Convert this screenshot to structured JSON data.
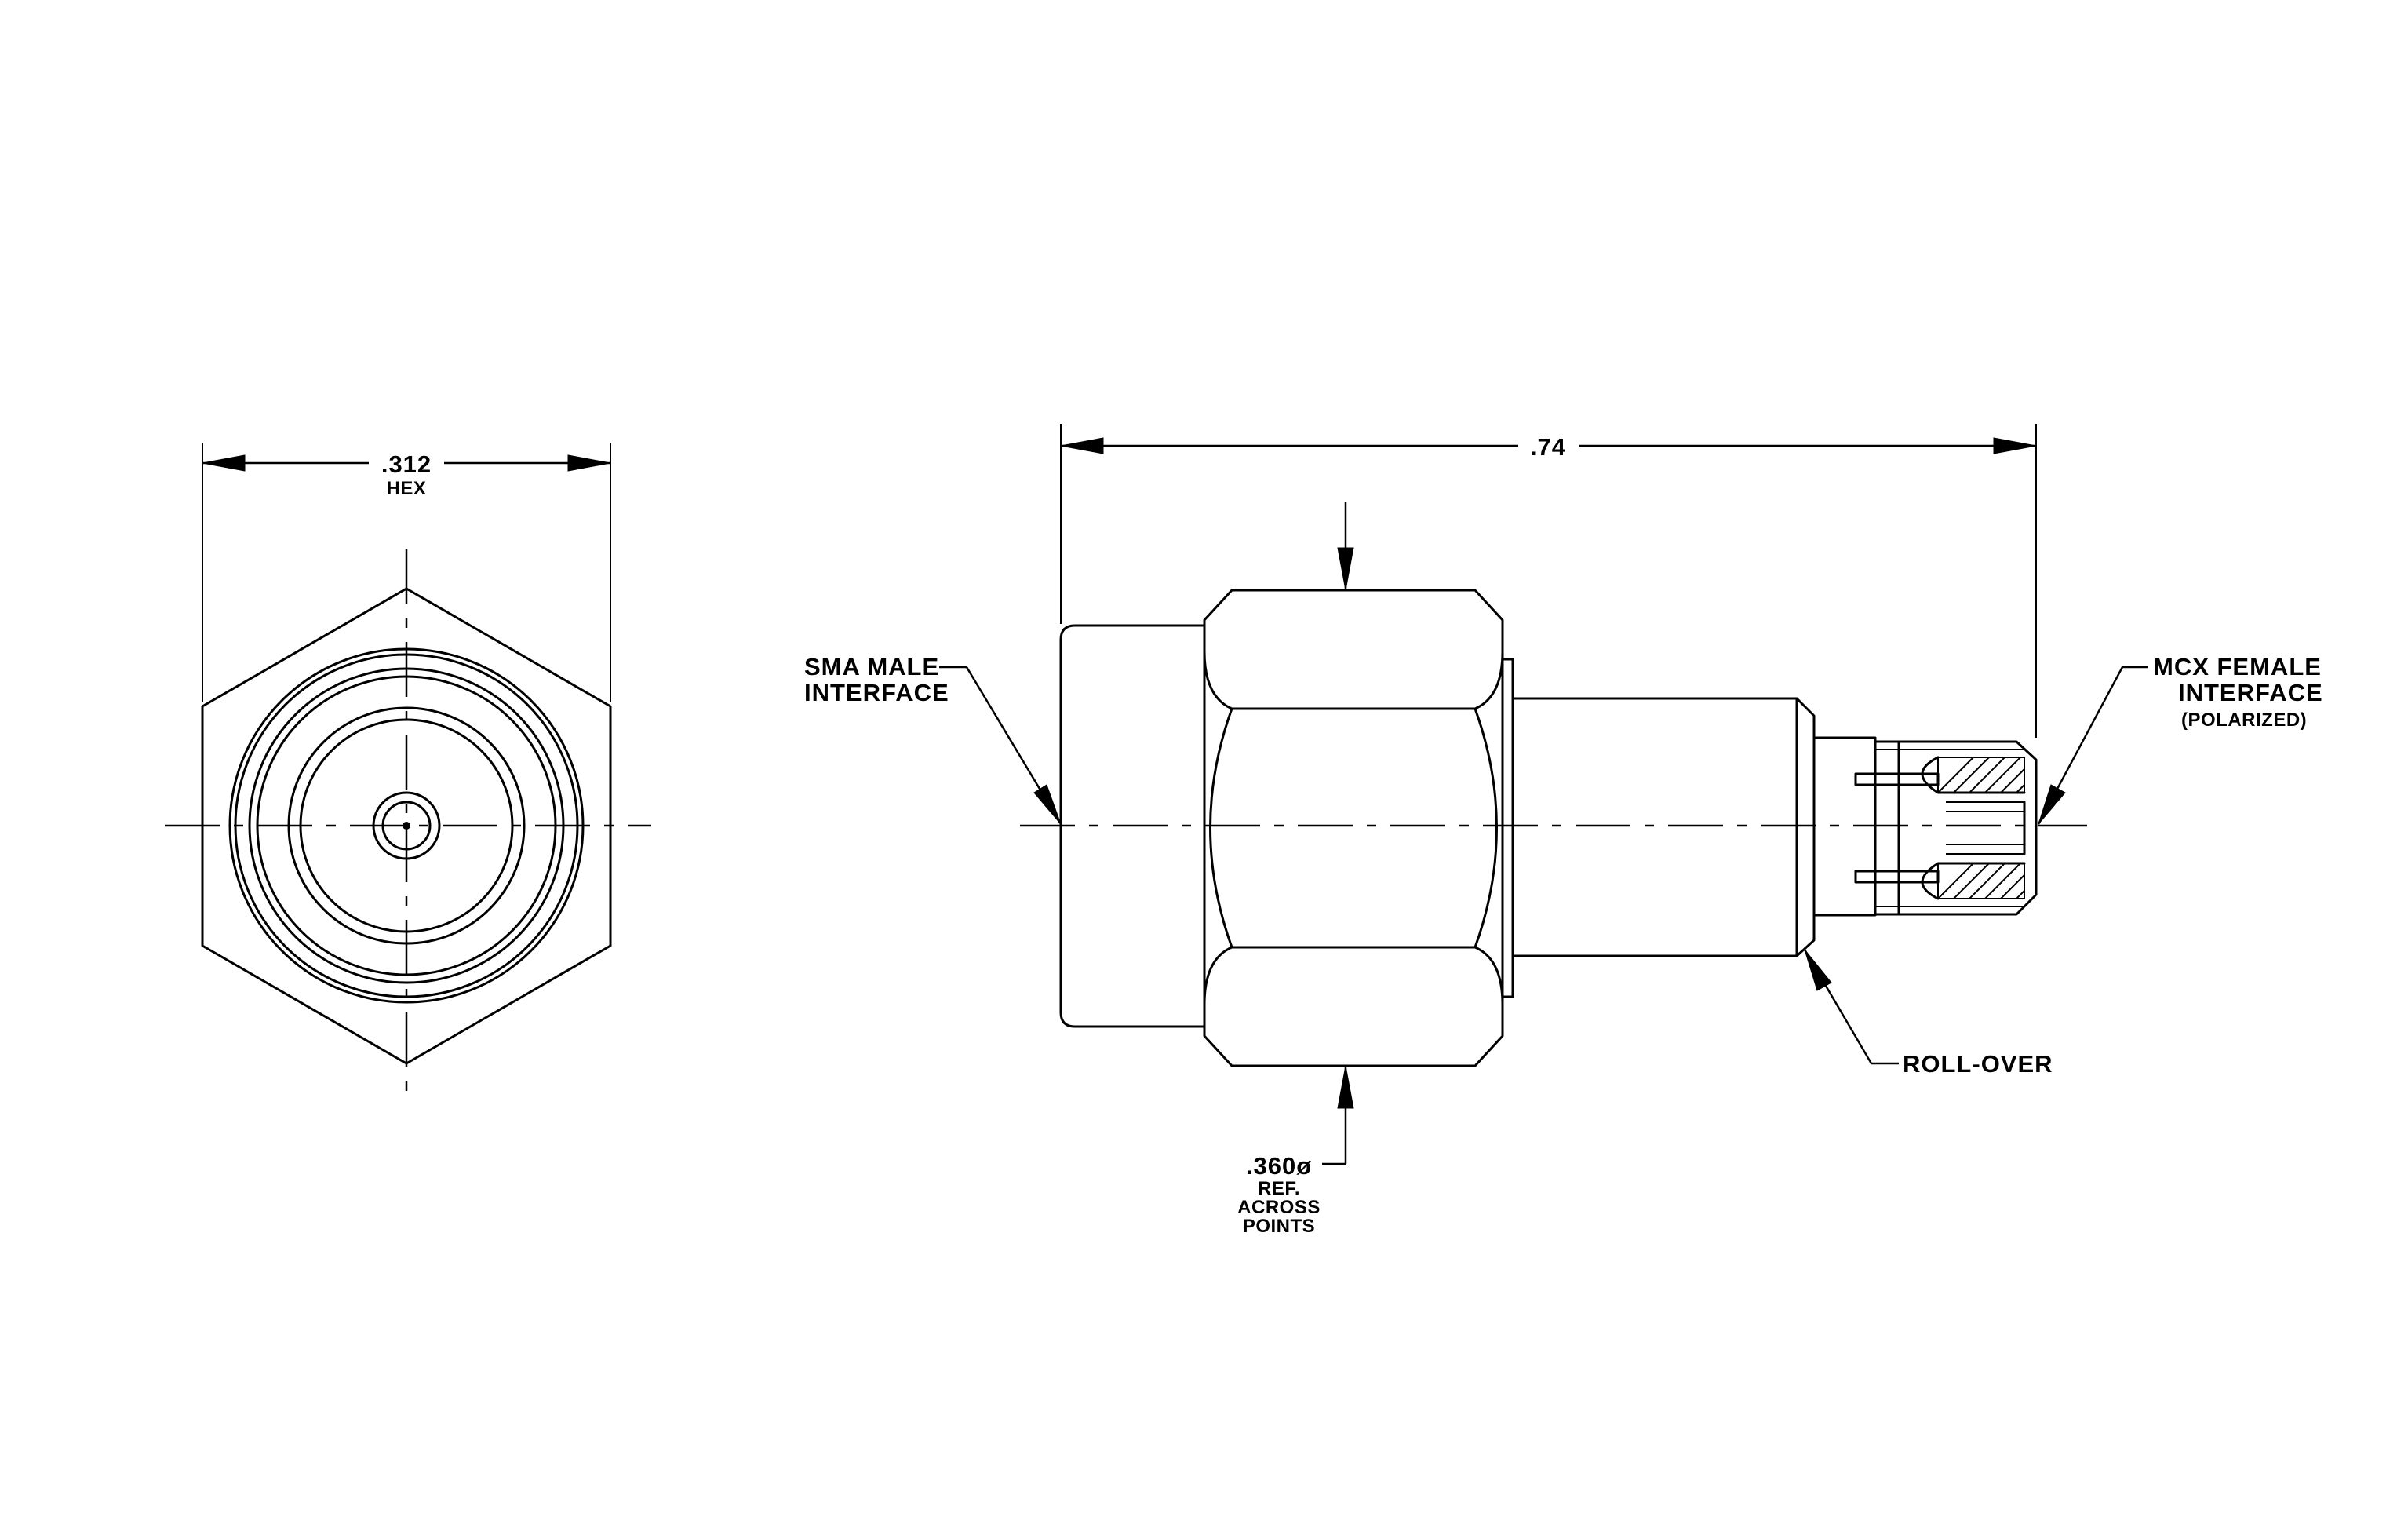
{
  "dimensions": {
    "hex_width": ".312",
    "hex_width_note": "HEX",
    "overall_length": ".74",
    "across_points": ".360ø",
    "across_points_note_1": "REF.",
    "across_points_note_2": "ACROSS",
    "across_points_note_3": "POINTS"
  },
  "callouts": {
    "sma_line_1": "SMA MALE",
    "sma_line_2": "INTERFACE",
    "mcx_line_1": "MCX FEMALE",
    "mcx_line_2": "INTERFACE",
    "mcx_line_3": "(POLARIZED)",
    "rollover": "ROLL-OVER"
  }
}
